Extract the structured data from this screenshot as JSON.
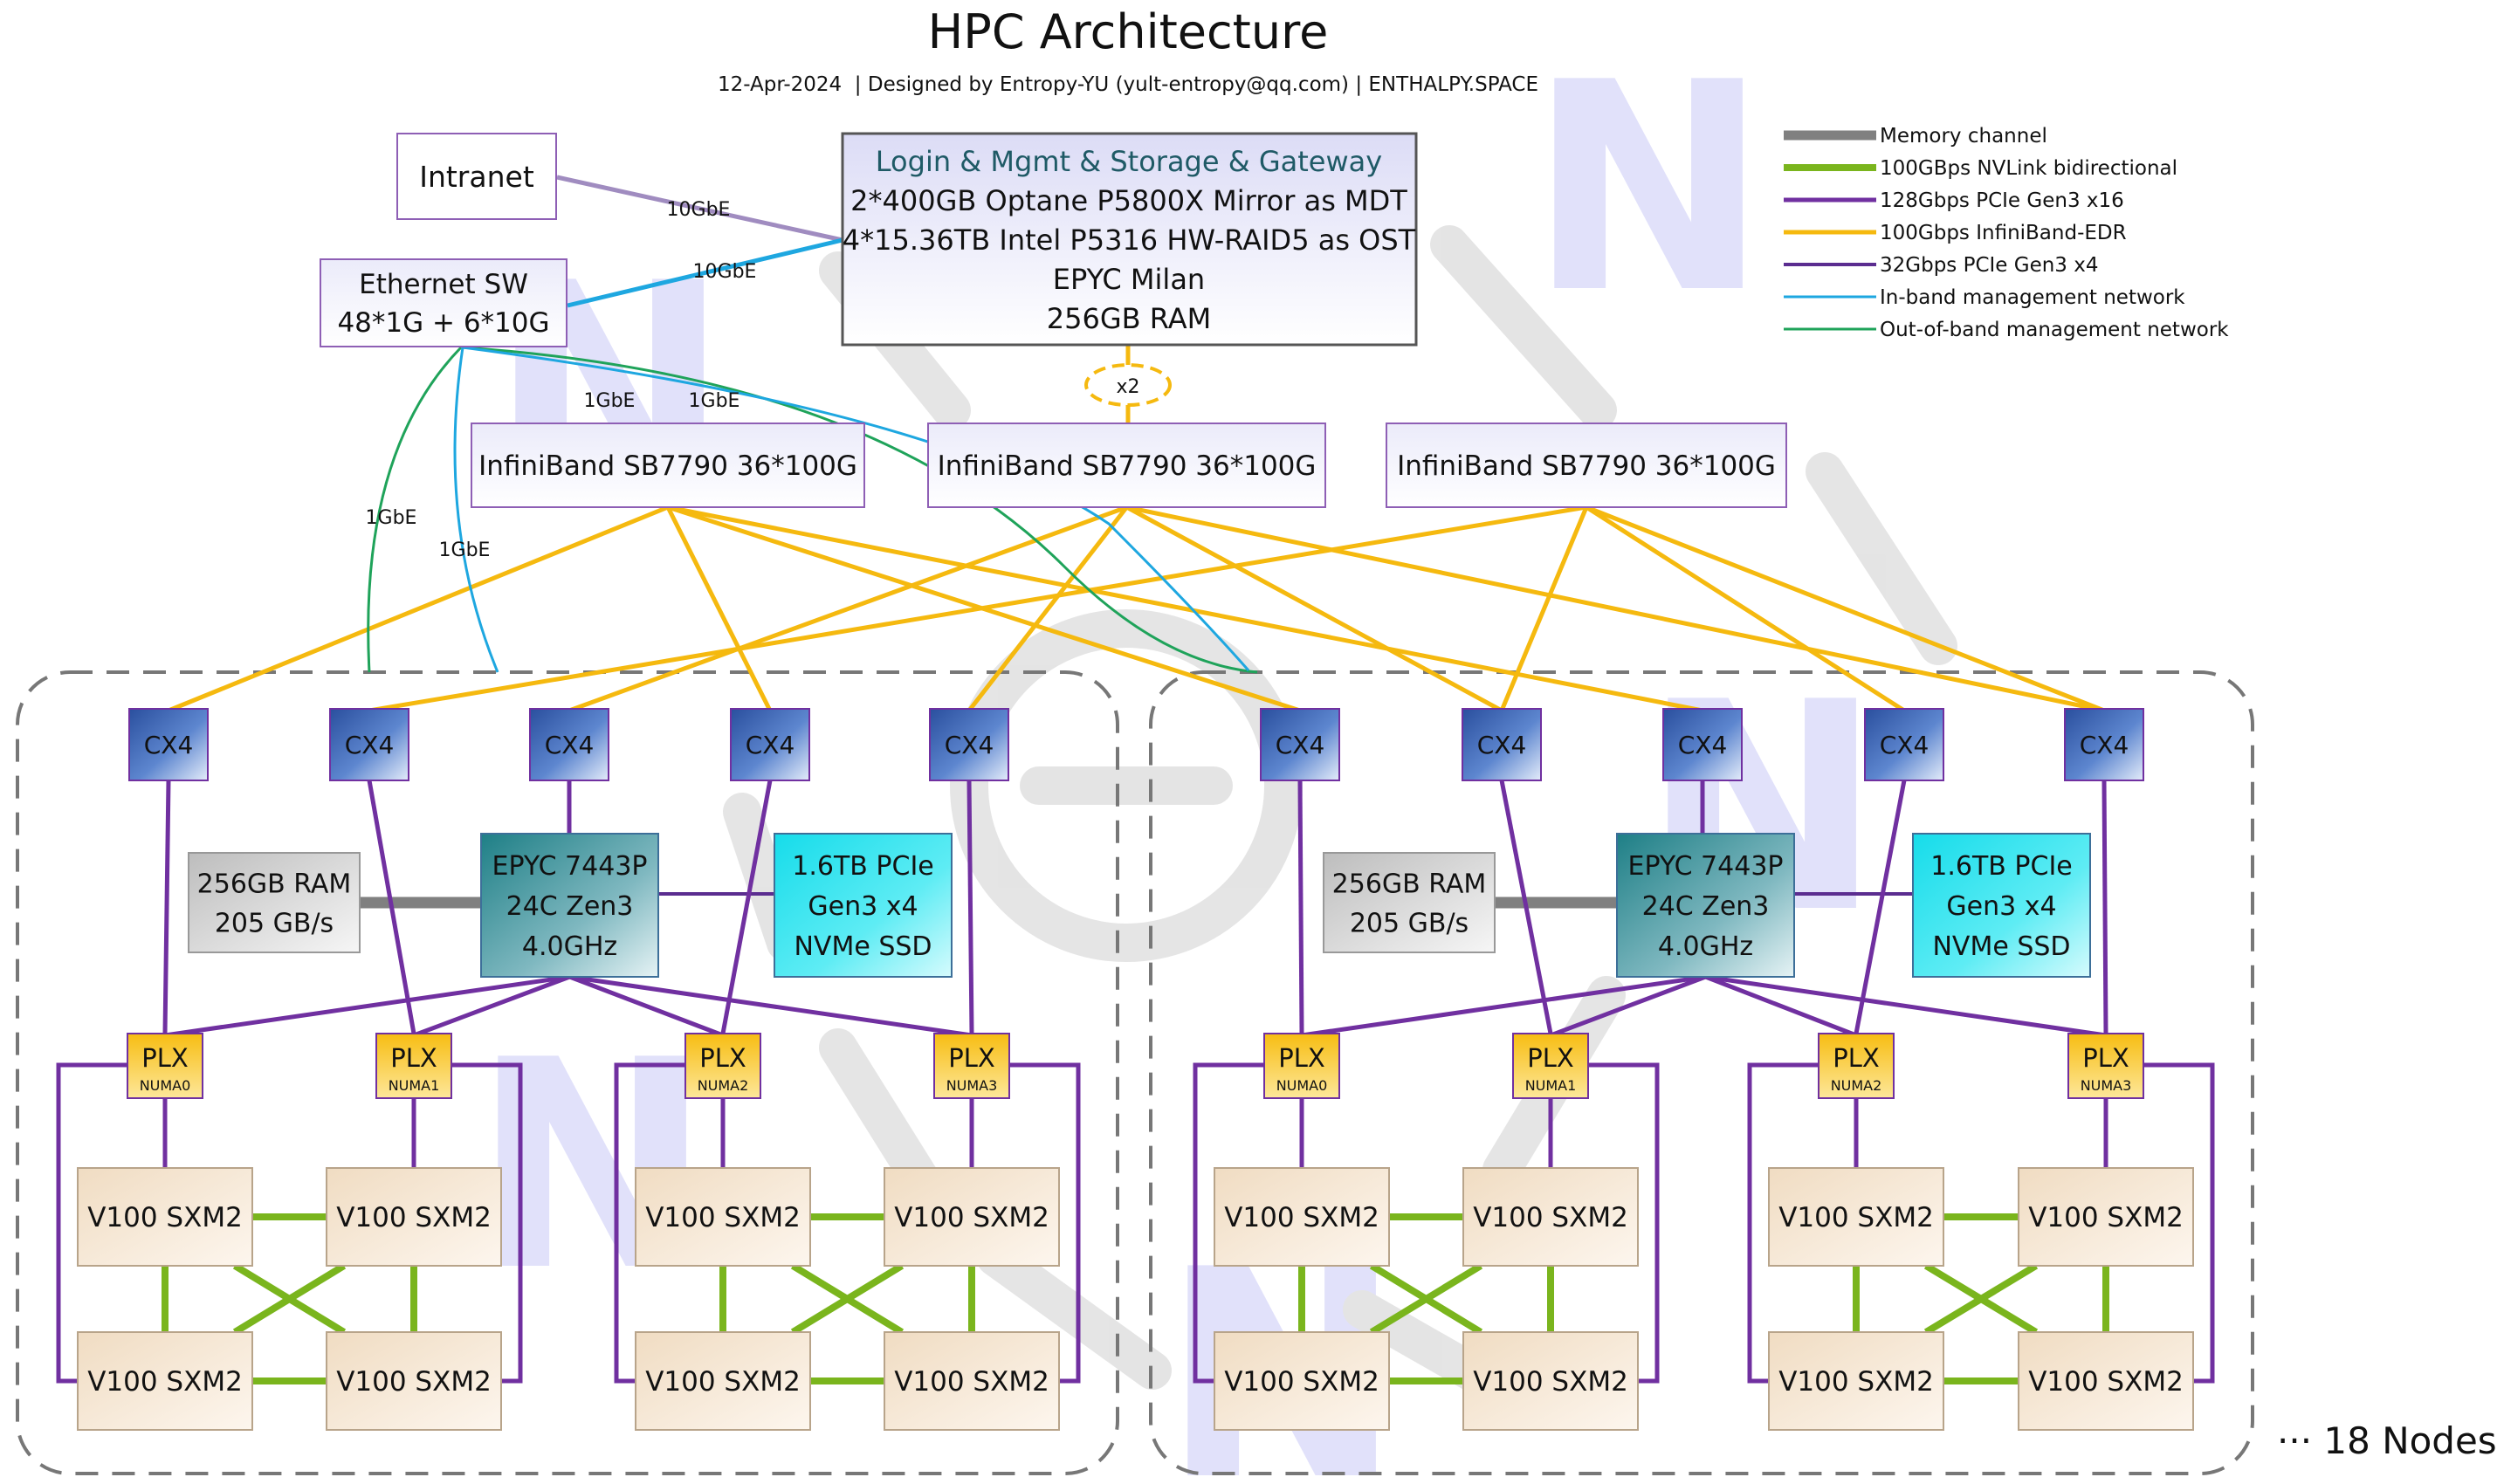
{
  "title": "HPC Architecture",
  "subtitle": "12-Apr-2024  | Designed by Entropy-YU (yult-entropy@qq.com) | ENTHALPY.SPACE",
  "colors": {
    "memory": "#808080",
    "nvlink": "#7ab51d",
    "pcie16": "#7030a0",
    "infiniband": "#f5b90f",
    "pcie4": "#5b2d90",
    "inband": "#1ea7e0",
    "outband": "#1fa35a",
    "intranet_link": "#a08cc0"
  },
  "legend": [
    {
      "label": "Memory channel",
      "color_key": "memory"
    },
    {
      "label": "100GBps NVLink bidirectional",
      "color_key": "nvlink"
    },
    {
      "label": "128Gbps PCIe Gen3 x16",
      "color_key": "pcie16"
    },
    {
      "label": "100Gbps InfiniBand-EDR",
      "color_key": "infiniband"
    },
    {
      "label": "32Gbps PCIe Gen3 x4",
      "color_key": "pcie4"
    },
    {
      "label": "In-band management network",
      "color_key": "inband"
    },
    {
      "label": "Out-of-band management network",
      "color_key": "outband"
    }
  ],
  "intranet": "Intranet",
  "ethernet_sw": [
    "Ethernet SW",
    "48*1G + 6*10G"
  ],
  "login": [
    "Login & Mgmt & Storage & Gateway",
    "2*400GB Optane P5800X Mirror as MDT",
    "4*15.36TB Intel P5316 HW-RAID5 as OST",
    "EPYC Milan",
    "256GB RAM"
  ],
  "link_labels": {
    "tengbe": "10GbE",
    "onegbe": "1GbE",
    "x2": "x2"
  },
  "ib_switch": "InfiniBand SB7790 36*100G",
  "node": {
    "cx4": "CX4",
    "ram": [
      "256GB RAM",
      "205 GB/s"
    ],
    "cpu": [
      "EPYC 7443P",
      "24C Zen3",
      "4.0GHz"
    ],
    "ssd": [
      "1.6TB PCIe",
      "Gen3 x4",
      "NVMe SSD"
    ],
    "plx": "PLX",
    "numa": [
      "NUMA0",
      "NUMA1",
      "NUMA2",
      "NUMA3"
    ],
    "gpu": "V100 SXM2"
  },
  "nodes_count": "··· 18 Nodes"
}
